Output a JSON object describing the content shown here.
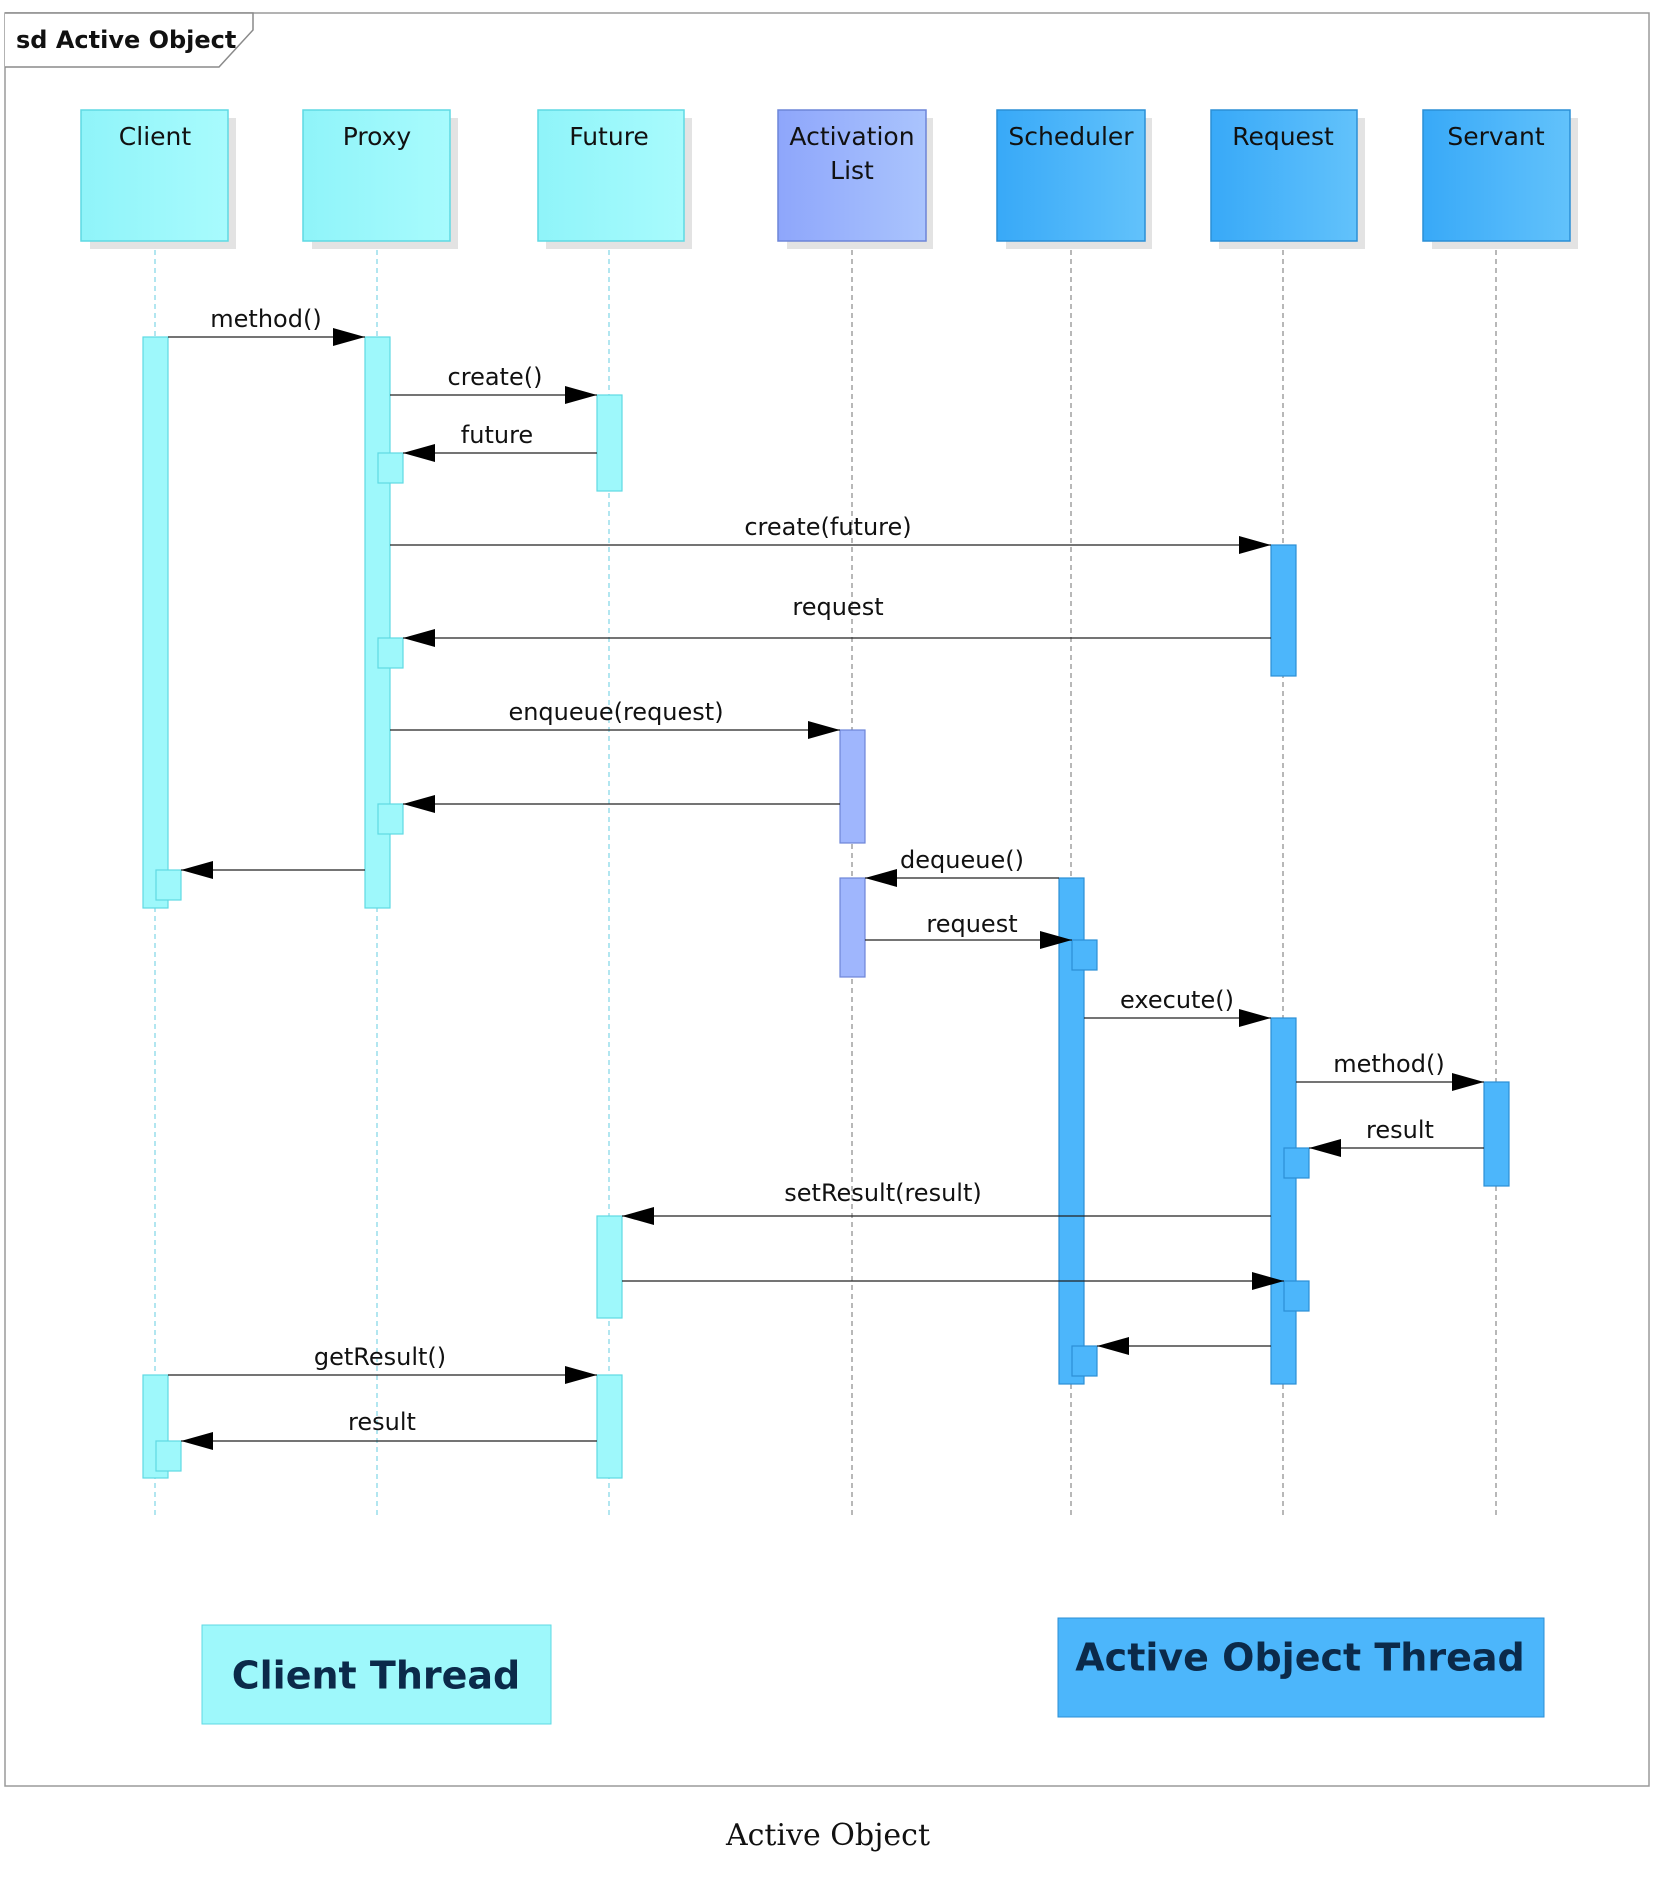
{
  "frame": {
    "title": "sd Active Object"
  },
  "palette": {
    "client_fill": "#9ef8fb",
    "client_line": "#5fd9e3",
    "activation_list_fill": "#9fb6fd",
    "activation_list_line": "#6d85d8",
    "active_fill": "#4cb6fb",
    "active_line": "#2b8fd6",
    "lifeline": "#888888",
    "arrow": "#222222"
  },
  "lifelines": [
    {
      "id": "client",
      "lines": [
        "Client"
      ],
      "style": "client"
    },
    {
      "id": "proxy",
      "lines": [
        "Proxy"
      ],
      "style": "client"
    },
    {
      "id": "future",
      "lines": [
        "Future"
      ],
      "style": "client"
    },
    {
      "id": "actlist",
      "lines": [
        "Activation",
        "List"
      ],
      "style": "activation_list"
    },
    {
      "id": "scheduler",
      "lines": [
        "Scheduler"
      ],
      "style": "active"
    },
    {
      "id": "request",
      "lines": [
        "Request"
      ],
      "style": "active"
    },
    {
      "id": "servant",
      "lines": [
        "Servant"
      ],
      "style": "active"
    }
  ],
  "messages": [
    {
      "from": "client",
      "to": "proxy",
      "label": "method()"
    },
    {
      "from": "proxy",
      "to": "future",
      "label": "create()"
    },
    {
      "from": "future",
      "to": "proxy",
      "label": "future"
    },
    {
      "from": "proxy",
      "to": "request",
      "label": "create(future)"
    },
    {
      "from": "request",
      "to": "proxy",
      "label": "request"
    },
    {
      "from": "proxy",
      "to": "actlist",
      "label": "enqueue(request)"
    },
    {
      "from": "actlist",
      "to": "proxy",
      "label": ""
    },
    {
      "from": "proxy",
      "to": "client",
      "label": ""
    },
    {
      "from": "scheduler",
      "to": "actlist",
      "label": "dequeue()"
    },
    {
      "from": "actlist",
      "to": "scheduler",
      "label": "request"
    },
    {
      "from": "scheduler",
      "to": "request",
      "label": "execute()"
    },
    {
      "from": "request",
      "to": "servant",
      "label": "method()"
    },
    {
      "from": "servant",
      "to": "request",
      "label": "result"
    },
    {
      "from": "request",
      "to": "future",
      "label": "setResult(result)"
    },
    {
      "from": "future",
      "to": "request",
      "label": ""
    },
    {
      "from": "request",
      "to": "scheduler",
      "label": ""
    },
    {
      "from": "client",
      "to": "future",
      "label": "getResult()"
    },
    {
      "from": "future",
      "to": "client",
      "label": "result"
    }
  ],
  "legend": [
    {
      "label": "Client Thread",
      "style": "client"
    },
    {
      "label": "Active Object Thread",
      "style": "active"
    }
  ],
  "caption": "Active Object"
}
